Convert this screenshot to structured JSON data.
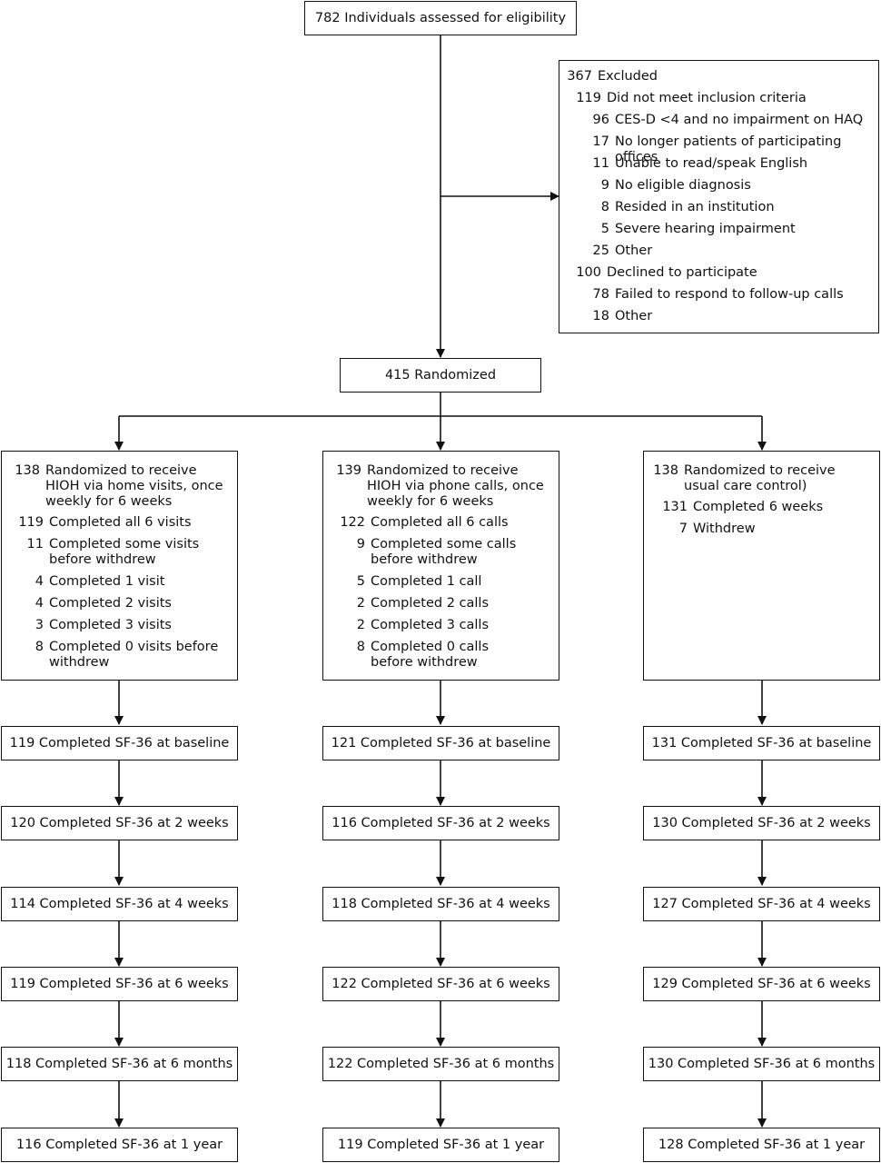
{
  "assessed": "782 Individuals assessed for eligibility",
  "excluded": [
    {
      "n": "367",
      "t": "Excluded"
    },
    {
      "n": "119",
      "t": "Did not meet inclusion criteria"
    },
    {
      "n": "96",
      "t": "CES-D <4 and no impairment on HAQ"
    },
    {
      "n": "17",
      "t": "No longer patients of participating offices"
    },
    {
      "n": "11",
      "t": "Unable to read/speak English"
    },
    {
      "n": "9",
      "t": "No eligible diagnosis"
    },
    {
      "n": "8",
      "t": "Resided in an institution"
    },
    {
      "n": "5",
      "t": "Severe hearing impairment"
    },
    {
      "n": "25",
      "t": "Other"
    },
    {
      "n": "100",
      "t": "Declined to participate"
    },
    {
      "n": "78",
      "t": "Failed to respond to follow-up calls"
    },
    {
      "n": "18",
      "t": "Other"
    }
  ],
  "randomized": "415 Randomized",
  "arms": [
    {
      "lines": [
        {
          "n": "138",
          "t": "Randomized to receive HIOH via home visits, once weekly for 6 weeks"
        },
        {
          "n": "119",
          "t": "Completed all 6 visits"
        },
        {
          "n": "11",
          "t": "Completed some visits before withdrew"
        },
        {
          "n": "4",
          "t": "Completed 1 visit"
        },
        {
          "n": "4",
          "t": "Completed 2 visits"
        },
        {
          "n": "3",
          "t": "Completed 3 visits"
        },
        {
          "n": "8",
          "t": "Completed 0 visits before withdrew"
        }
      ],
      "sf36": [
        "119 Completed SF-36 at baseline",
        "120 Completed SF-36 at 2 weeks",
        "114 Completed SF-36 at 4 weeks",
        "119 Completed SF-36 at 6 weeks",
        "118 Completed SF-36 at 6 months",
        "116 Completed SF-36 at 1 year"
      ]
    },
    {
      "lines": [
        {
          "n": "139",
          "t": "Randomized to receive HIOH via phone calls, once weekly for 6 weeks"
        },
        {
          "n": "122",
          "t": "Completed all 6 calls"
        },
        {
          "n": "9",
          "t": "Completed some calls before withdrew"
        },
        {
          "n": "5",
          "t": "Completed 1 call"
        },
        {
          "n": "2",
          "t": "Completed 2 calls"
        },
        {
          "n": "2",
          "t": "Completed 3 calls"
        },
        {
          "n": "8",
          "t": "Completed 0 calls before withdrew"
        }
      ],
      "sf36": [
        "121 Completed SF-36 at baseline",
        "116 Completed SF-36 at 2 weeks",
        "118 Completed SF-36 at 4 weeks",
        "122 Completed SF-36 at 6 weeks",
        "122 Completed SF-36 at 6 months",
        "119 Completed SF-36 at 1 year"
      ]
    },
    {
      "lines": [
        {
          "n": "138",
          "t": "Randomized to receive usual care control)"
        },
        {
          "n": "131",
          "t": "Completed 6 weeks"
        },
        {
          "n": "7",
          "t": "Withdrew"
        }
      ],
      "sf36": [
        "131 Completed SF-36 at baseline",
        "130 Completed SF-36 at 2 weeks",
        "127 Completed SF-36 at 4 weeks",
        "129 Completed SF-36 at 6 weeks",
        "130 Completed SF-36 at 6 months",
        "128 Completed SF-36 at 1 year"
      ]
    }
  ]
}
